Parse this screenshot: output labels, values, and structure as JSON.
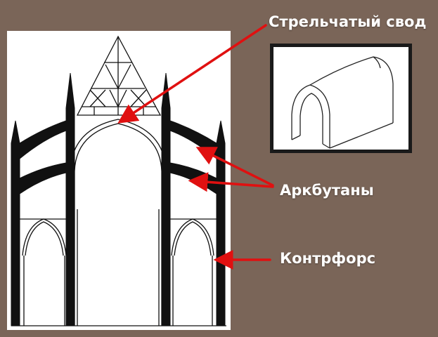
{
  "labels": {
    "pointed_vault": "Стрельчатый свод",
    "flying_buttresses": "Аркбутаны",
    "buttress": "Контрфорс"
  },
  "colors": {
    "background": "#7a6558",
    "arrow": "#e01010",
    "ink": "#111111",
    "panel": "#ffffff"
  },
  "icons": [
    "cathedral-cross-section-drawing",
    "pointed-vault-drawing",
    "arrow"
  ]
}
